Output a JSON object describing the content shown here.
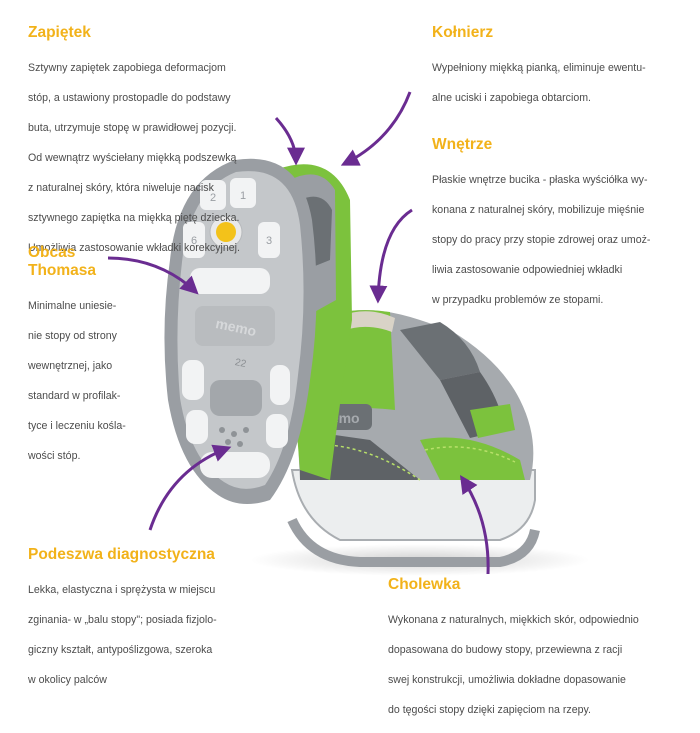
{
  "colors": {
    "title": "#f2b21a",
    "text": "#4c4c4c",
    "arrow": "#6a2c91",
    "lime": "#7cc23d",
    "gray": "#9a9ea3",
    "dark_gray": "#5e6266",
    "sole": "#b9bcbf"
  },
  "callouts": {
    "zapietek": {
      "title": "Zapiętek",
      "lines": [
        "Sztywny zapiętek zapobiega deformacjom",
        "stóp, a ustawiony prostopadle do podstawy",
        "buta, utrzymuje stopę w prawidłowej pozycji.",
        "Od wewnątrz wyściełany miękką podszewką",
        "z naturalnej skóry, która niweluje nacisk",
        "sztywnego zapiętka na miękką piętę dziecka.",
        "Umożliwia zastosowanie wkładki korekcyjnej."
      ]
    },
    "kolnierz": {
      "title": "Kołnierz",
      "lines": [
        "Wypełniony miękką pianką, eliminuje ewentu-",
        "alne uciski i zapobiega obtarciom."
      ]
    },
    "wnetrze": {
      "title": "Wnętrze",
      "lines": [
        "Płaskie wnętrze bucika - płaska wyściółka wy-",
        "konana z naturalnej skóry, mobilizuje mięśnie",
        "stopy do pracy przy stopie zdrowej oraz umoż-",
        "liwia zastosowanie odpowiedniej wkładki",
        "w przypadku problemów ze stopami."
      ]
    },
    "obcas": {
      "title_line1": "Obcas",
      "title_line2": "Thomasa",
      "lines": [
        "Minimalne uniesie-",
        "nie stopy od strony",
        "wewnętrznej, jako",
        "standard w profilak-",
        "tyce i leczeniu kośla-",
        "wości stóp."
      ]
    },
    "podeszwa": {
      "title": "Podeszwa diagnostyczna",
      "lines": [
        "Lekka, elastyczna i sprężysta w miejscu",
        "zginania- w „balu stopy\"; posiada fizjolo-",
        "giczny kształt, antypoślizgowa, szeroka",
        "w okolicy palców"
      ]
    },
    "cholewka": {
      "title": "Cholewka",
      "lines": [
        "Wykonana z naturalnych, miękkich skór, odpowiednio",
        "dopasowana do budowy stopy, przewiewna z racji",
        "swej konstrukcji, umożliwia dokładne dopasowanie",
        "do tęgości stopy dzięki zapięciom na rzepy."
      ]
    }
  },
  "shoe": {
    "brand": "memo",
    "sole_numbers": [
      "1",
      "2",
      "6",
      "3",
      "22"
    ]
  },
  "icons": [
    "arrow-zapietek",
    "arrow-kolnierz",
    "arrow-wnetrze",
    "arrow-obcas",
    "arrow-podeszwa",
    "arrow-cholewka"
  ]
}
